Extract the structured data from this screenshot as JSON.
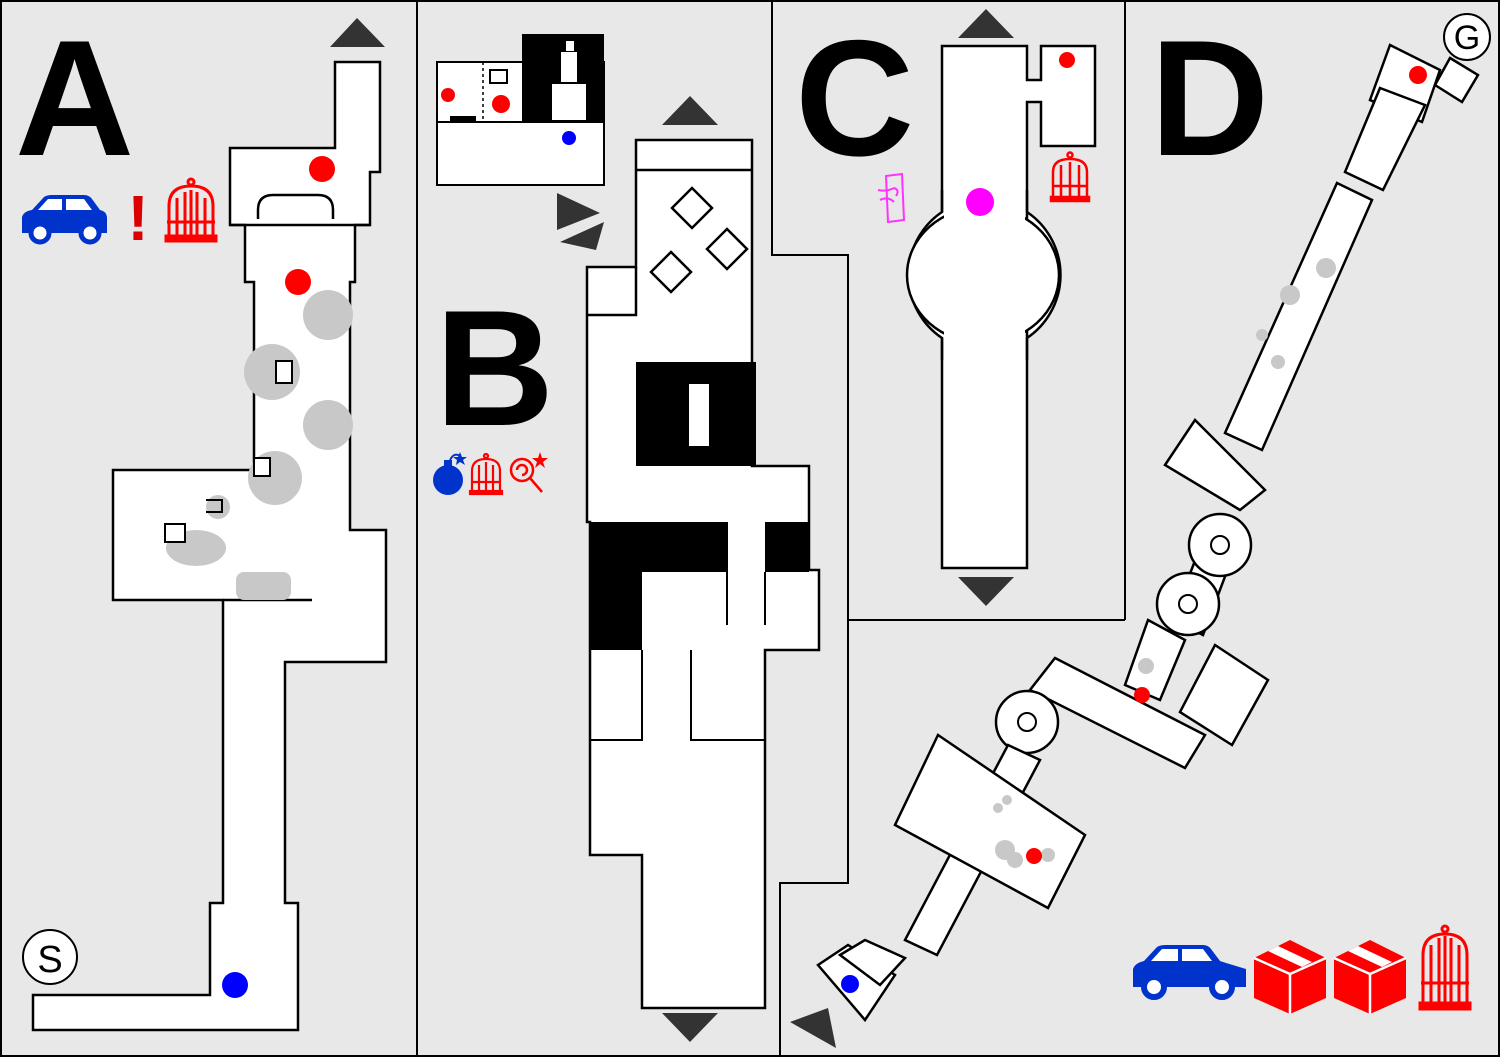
{
  "map": {
    "sections": [
      {
        "id": "A",
        "label": "A",
        "icons": [
          "car-icon",
          "exclamation-icon",
          "birdcage-icon"
        ]
      },
      {
        "id": "B",
        "label": "B",
        "icons": [
          "bomb-icon",
          "birdcage-icon",
          "lollipop-icon"
        ]
      },
      {
        "id": "C",
        "label": "C",
        "icons": [
          "scroll-icon",
          "birdcage-icon"
        ]
      },
      {
        "id": "D",
        "label": "D",
        "icons": [
          "car-icon",
          "box-icon",
          "box-icon",
          "birdcage-icon"
        ]
      }
    ],
    "start_label": "S",
    "goal_label": "G",
    "exclamation": "!",
    "colors": {
      "background": "#e8e8e8",
      "room": "#ffffff",
      "wall": "#000000",
      "enemy_dot": "#ff0000",
      "start_dot": "#0000ff",
      "special_dot": "#ff00ff",
      "item_red": "#ff0000",
      "item_blue": "#0033cc",
      "item_magenta": "#ff33ff",
      "obstacle": "#c8c8c8",
      "arrow": "#333333"
    }
  }
}
